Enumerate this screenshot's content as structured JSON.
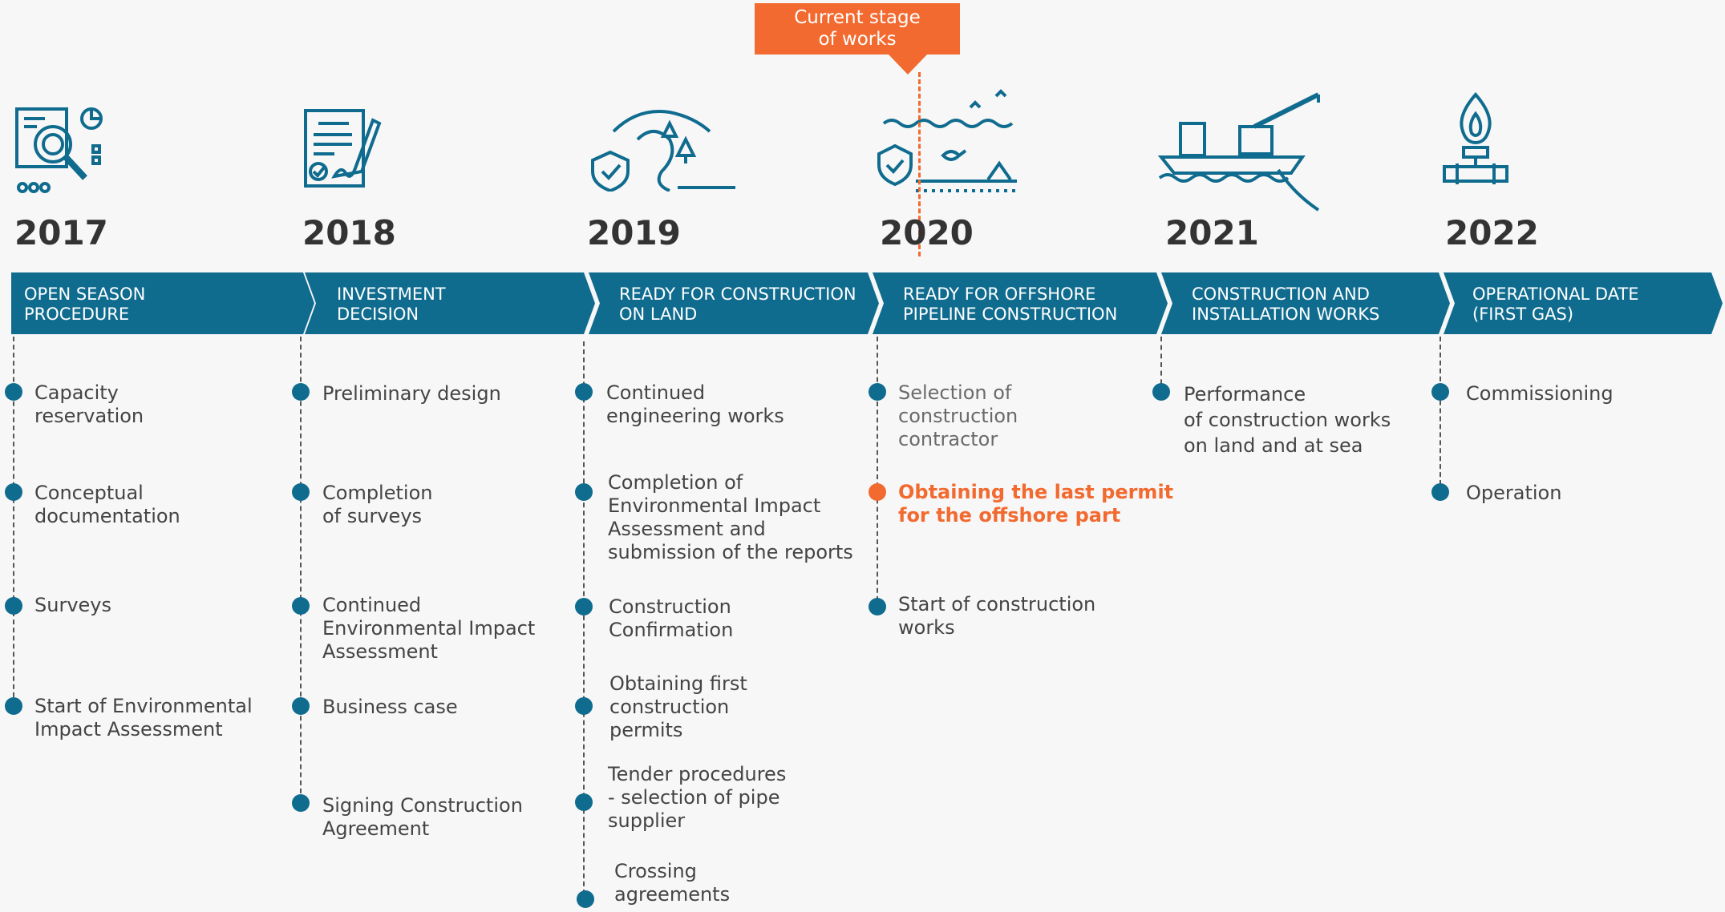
{
  "current_stage": {
    "label": "Current stage\nof works",
    "color": "#f26a2f"
  },
  "colors": {
    "band": "#106c8f",
    "text": "#444444",
    "highlight": "#f26a2f"
  },
  "columns": [
    {
      "year": "2017",
      "icon": "document-search-icon",
      "stage": "OPEN SEASON\nPROCEDURE",
      "milestones": [
        "Capacity\nreservation",
        "Conceptual\ndocumentation",
        "Surveys",
        "Start of Environmental\nImpact Assessment"
      ]
    },
    {
      "year": "2018",
      "icon": "contract-signature-icon",
      "stage": "INVESTMENT\nDECISION",
      "milestones": [
        "Preliminary design",
        "Completion\nof surveys",
        "Continued\nEnvironmental Impact\nAssessment",
        "Business case",
        "Signing Construction\nAgreement"
      ]
    },
    {
      "year": "2019",
      "icon": "land-environment-shield-icon",
      "stage": "READY FOR CONSTRUCTION\nON LAND",
      "milestones": [
        "Continued\nengineering works",
        "Completion of\nEnvironmental Impact\nAssessment and\nsubmission of the reports",
        "Construction\nConfirmation",
        "Obtaining first\nconstruction\npermits",
        "Tender procedures\n- selection of pipe\nsupplier",
        "Crossing\nagreements"
      ]
    },
    {
      "year": "2020",
      "icon": "sea-environment-shield-icon",
      "stage": "READY FOR OFFSHORE\nPIPELINE CONSTRUCTION",
      "milestones": [
        "Selection of\nconstruction\ncontractor",
        "Obtaining the last permit\nfor the offshore part",
        "Start of construction\nworks"
      ]
    },
    {
      "year": "2021",
      "icon": "pipe-laying-vessel-icon",
      "stage": "CONSTRUCTION AND\nINSTALLATION  WORKS",
      "milestones": [
        "Performance\nof construction works\non land and at sea"
      ]
    },
    {
      "year": "2022",
      "icon": "gas-flame-pipe-icon",
      "stage": "OPERATIONAL DATE\n(FIRST GAS)",
      "milestones": [
        "Commissioning",
        "Operation"
      ]
    }
  ]
}
